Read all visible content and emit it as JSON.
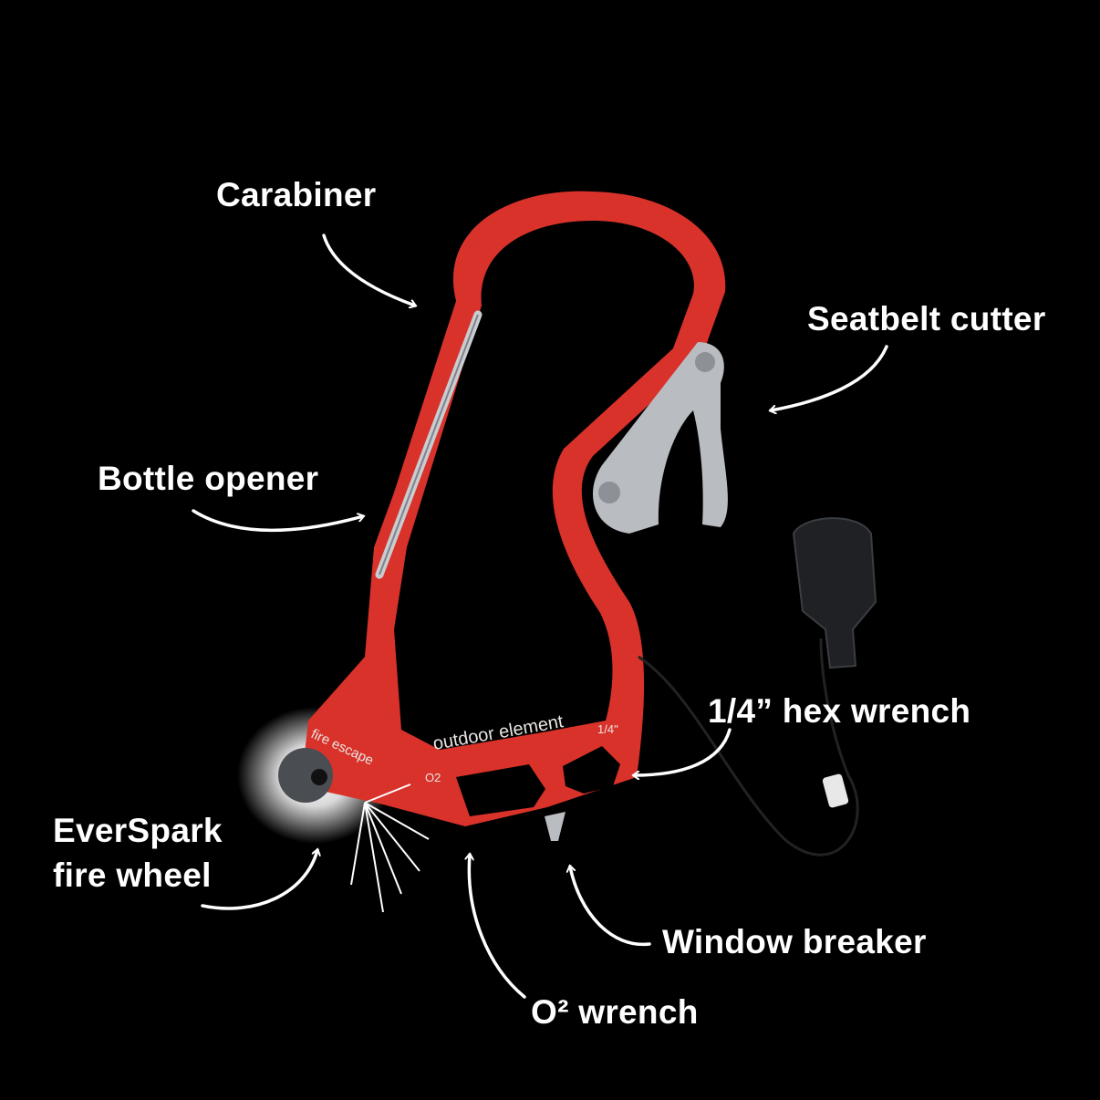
{
  "labels": {
    "carabiner": "Carabiner",
    "seatbelt_cutter": "Seatbelt cutter",
    "bottle_opener": "Bottle opener",
    "hex_wrench": "1/4” hex wrench",
    "fire_wheel_line1": "EverSpark",
    "fire_wheel_line2": "fire wheel",
    "window_breaker": "Window breaker",
    "o2_wrench": "O² wrench"
  },
  "product_markings": {
    "brand": "outdoor element",
    "fire_escape": "fire escape",
    "o2": "O2",
    "hex_size": "1/4\""
  },
  "colors": {
    "background": "#000000",
    "carabiner_red": "#d8322a",
    "steel": "#b9bcc0",
    "label": "#ffffff"
  }
}
